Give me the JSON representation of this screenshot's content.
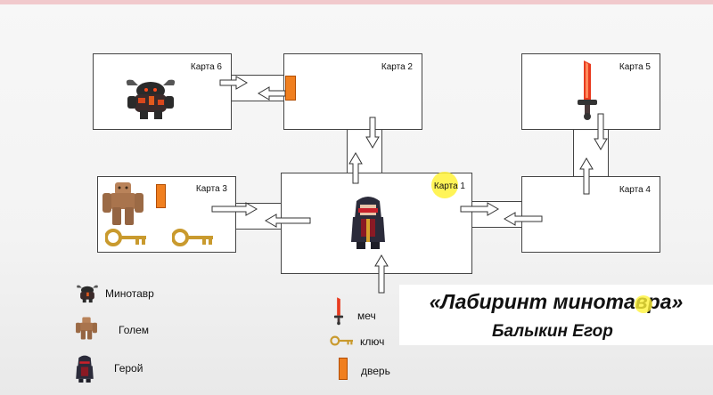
{
  "rooms": {
    "map1": "Карта 1",
    "map2": "Карта 2",
    "map3": "Карта 3",
    "map4": "Карта 4",
    "map5": "Карта 5",
    "map6": "Карта 6"
  },
  "legend": {
    "minotaur": "Минотавр",
    "golem": "Голем",
    "hero": "Герой",
    "sword": "меч",
    "key": "ключ",
    "door": "дверь"
  },
  "title": {
    "main": "«Лабиринт минотавра»",
    "author": "Балыкин Егор"
  },
  "colors": {
    "door": "#f07f1f",
    "sword": "#e83b1f",
    "key": "#c99a2e",
    "highlight": "#fff23a"
  }
}
